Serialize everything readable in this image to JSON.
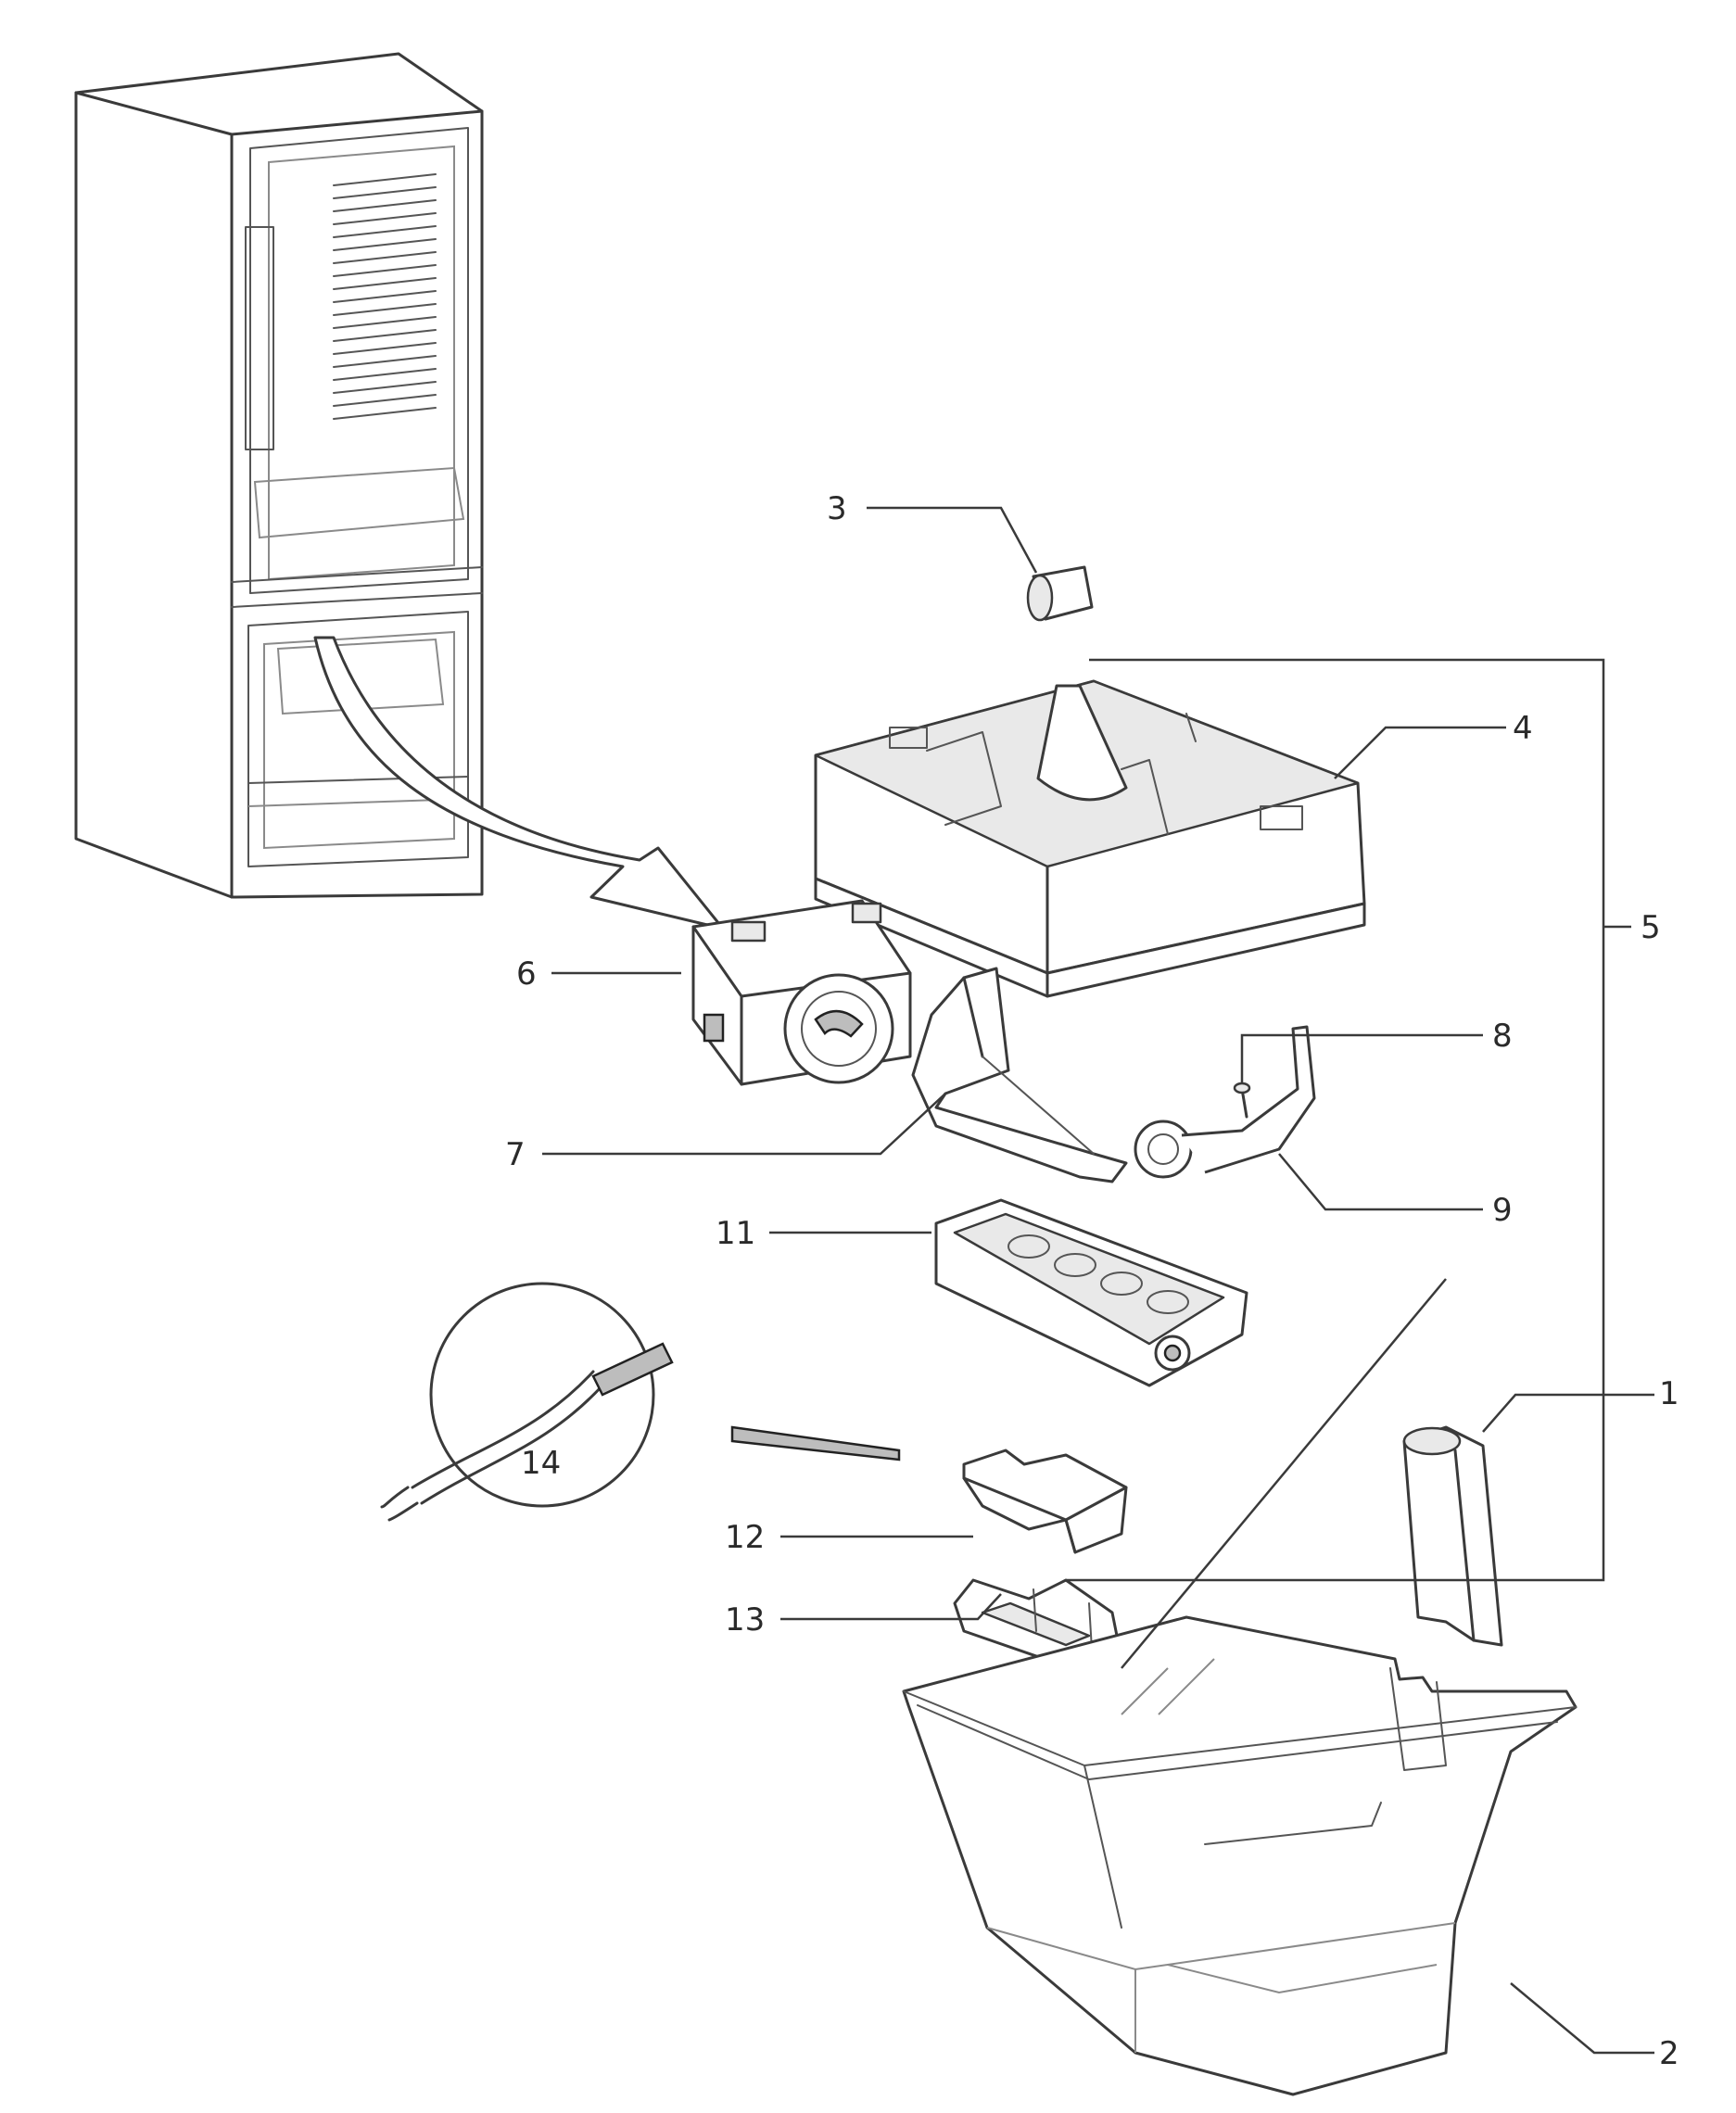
{
  "diagram": {
    "callouts": [
      {
        "id": "1",
        "label": "1"
      },
      {
        "id": "2",
        "label": "2"
      },
      {
        "id": "3",
        "label": "3"
      },
      {
        "id": "4",
        "label": "4"
      },
      {
        "id": "5",
        "label": "5"
      },
      {
        "id": "6",
        "label": "6"
      },
      {
        "id": "7",
        "label": "7"
      },
      {
        "id": "8",
        "label": "8"
      },
      {
        "id": "9",
        "label": "9"
      },
      {
        "id": "11",
        "label": "11"
      },
      {
        "id": "12",
        "label": "12"
      },
      {
        "id": "13",
        "label": "13"
      },
      {
        "id": "14",
        "label": "14"
      }
    ],
    "colors": {
      "ink": "#3a3a3a",
      "paper": "#ffffff"
    }
  }
}
